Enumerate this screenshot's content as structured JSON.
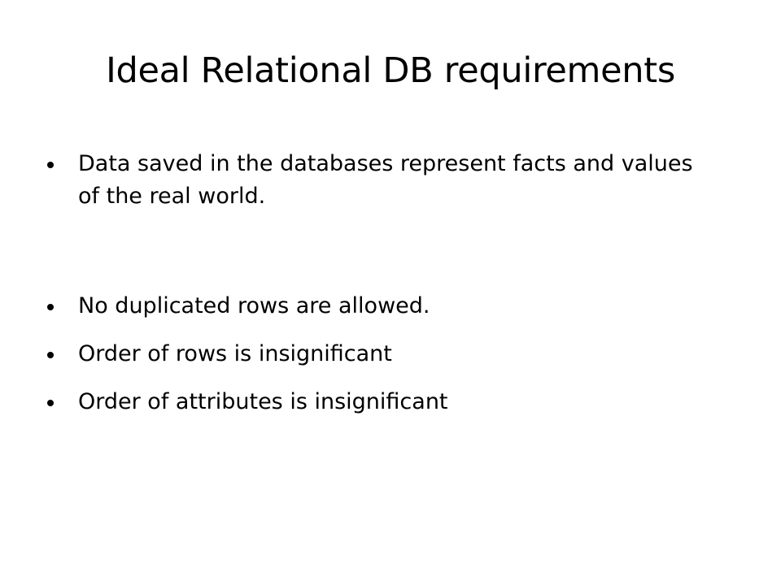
{
  "slide": {
    "title": "Ideal Relational DB requirements",
    "bullets_group_1": [
      "Data saved in the databases represent facts and values of the real world."
    ],
    "bullets_group_2": [
      "No duplicated rows are allowed.",
      "Order of rows is insignificant",
      "Order of attributes is insignificant"
    ],
    "colors": {
      "background": "#ffffff",
      "text": "#000000"
    }
  }
}
